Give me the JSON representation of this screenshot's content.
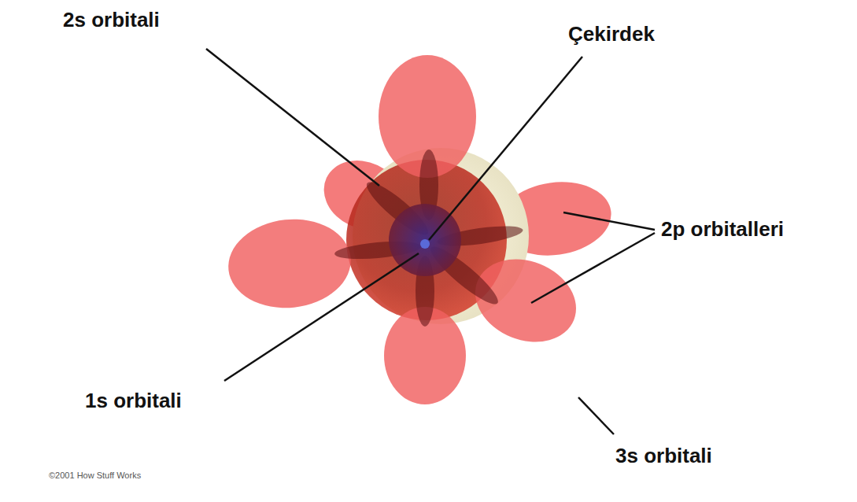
{
  "diagram": {
    "labels": [
      "2s orbitali",
      "Çekirdek",
      "2p orbitalleri",
      "1s orbitali",
      "3s orbitali",
      "©2001 How Stuff Works"
    ]
  }
}
